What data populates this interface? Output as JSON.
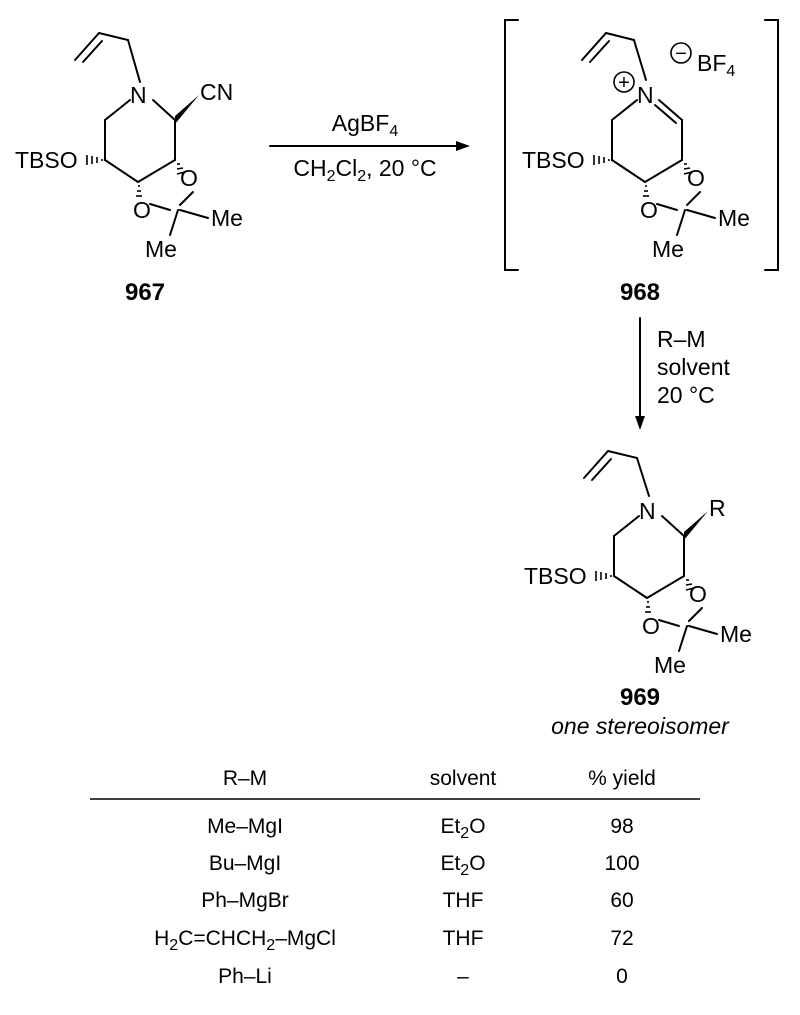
{
  "scheme": {
    "reaction1": {
      "reagent_main": "AgBF",
      "reagent_sub": "4",
      "solvent_a": "CH",
      "solvent_sub1": "2",
      "solvent_b": "Cl",
      "solvent_sub2": "2",
      "solvent_tail": ", 20 °C"
    },
    "reaction2": {
      "line1": "R–M",
      "line2": "solvent",
      "line3": "20 °C"
    },
    "compounds": {
      "c967": "967",
      "c968": "968",
      "c969": "969",
      "c969_note": "one stereoisomer"
    },
    "atoms": {
      "N": "N",
      "CN": "CN",
      "TBSO": "TBSO",
      "O": "O",
      "Me": "Me",
      "R": "R",
      "BF": "BF",
      "BF_sub": "4",
      "plus": "+",
      "minus": "−"
    }
  },
  "table": {
    "headers": [
      "R–M",
      "solvent",
      "% yield"
    ],
    "rows": [
      {
        "rm": "Me–MgI",
        "solvent": "Et",
        "solvent_sub": "2",
        "solvent_tail": "O",
        "yield": "98"
      },
      {
        "rm": "Bu–MgI",
        "solvent": "Et",
        "solvent_sub": "2",
        "solvent_tail": "O",
        "yield": "100"
      },
      {
        "rm": "Ph–MgBr",
        "solvent": "THF",
        "solvent_sub": "",
        "solvent_tail": "",
        "yield": "60"
      },
      {
        "rm_a": "H",
        "rm_sub1": "2",
        "rm_b": "C=CHCH",
        "rm_sub2": "2",
        "rm_c": "–MgCl",
        "solvent": "THF",
        "solvent_sub": "",
        "solvent_tail": "",
        "yield": "72"
      },
      {
        "rm": "Ph–Li",
        "solvent": "–",
        "solvent_sub": "",
        "solvent_tail": "",
        "yield": "0"
      }
    ]
  }
}
